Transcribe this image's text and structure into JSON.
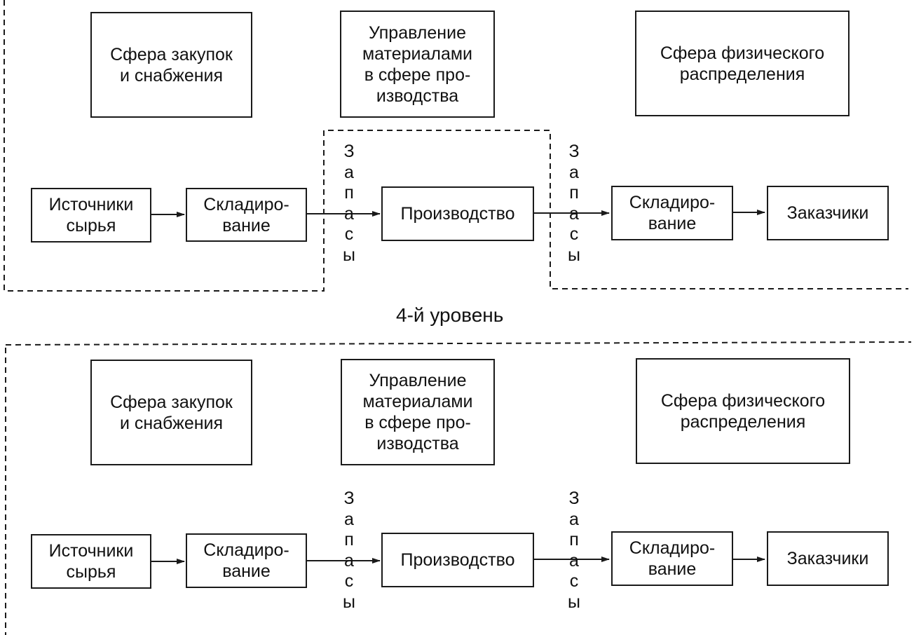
{
  "level_label": "4-й уровень",
  "panels": [
    {
      "spheres": {
        "procurement": "Сфера закупок\nи снабжения",
        "production_management": "Управление\nматериалами\nв сфере про-\nизводства",
        "distribution": "Сфера физического\nраспределения"
      },
      "flow": {
        "sources": "Источники\nсырья",
        "storage_in": "Складиро-\nвание",
        "stock_in": "З\nа\nп\nа\nс\nы",
        "production": "Производство",
        "stock_out": "З\nа\nп\nа\nс\nы",
        "storage_out": "Складиро-\nвание",
        "customers": "Заказчики"
      }
    },
    {
      "spheres": {
        "procurement": "Сфера закупок\nи снабжения",
        "production_management": "Управление\nматериалами\nв сфере про-\nизводства",
        "distribution": "Сфера физического\nраспределения"
      },
      "flow": {
        "sources": "Источники\nсырья",
        "storage_in": "Складиро-\nвание",
        "stock_in": "З\nа\nп\nа\nс\nы",
        "production": "Производство",
        "stock_out": "З\nа\nп\nа\nс\nы",
        "storage_out": "Складиро-\nвание",
        "customers": "Заказчики"
      }
    }
  ]
}
